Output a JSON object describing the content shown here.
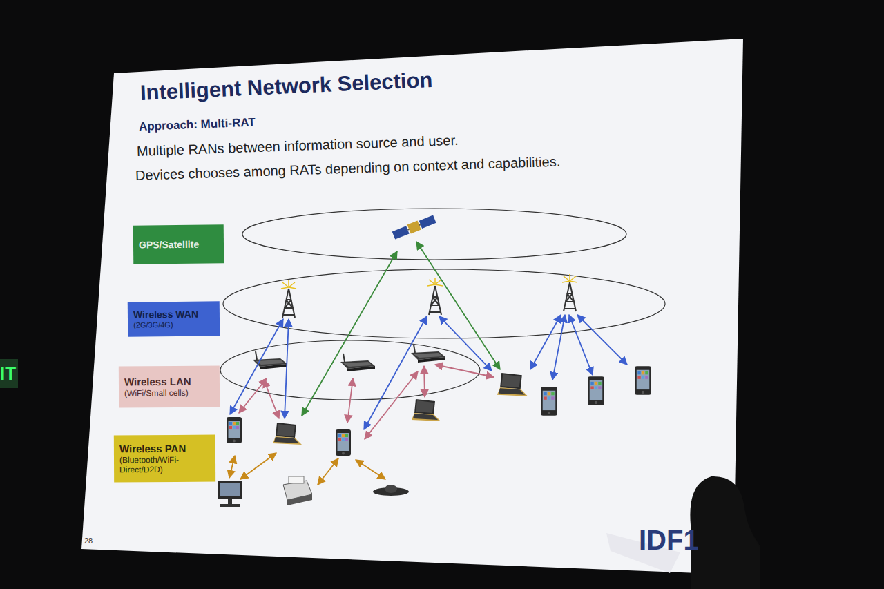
{
  "diagram": {
    "title": "Intelligent Network Selection",
    "nodes": [
      {
        "text": [
          "GPS/Satellite"
        ]
      },
      {
        "text": [
          "Wireless WAN",
          "(2G/3G/4G)"
        ]
      },
      {
        "text": [
          "Wireless LAN",
          "(WiFi/Small cells)"
        ]
      },
      {
        "text": [
          "Wireless PAN",
          "(Bluetooth/WiFi- Direct/D2D)"
        ]
      }
    ],
    "labels": [
      "Approach: Multi-RAT",
      "Multiple RANs between information source and user.",
      "Devices chooses among RATs depending on context and capabilities.",
      "28",
      "IDF1",
      "IT"
    ]
  }
}
